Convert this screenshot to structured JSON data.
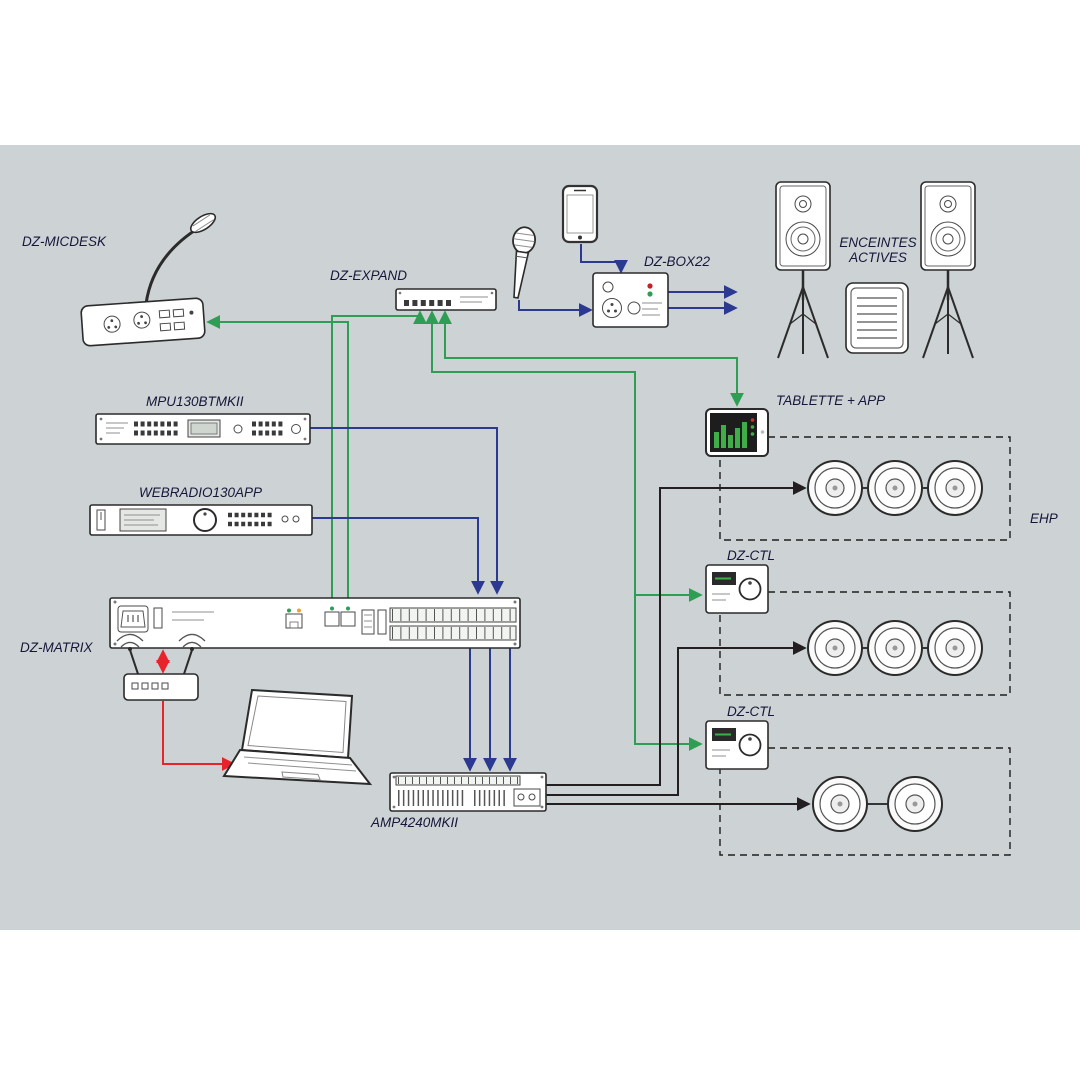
{
  "diagram": {
    "title_hint": "audio-system-wiring-diagram",
    "labels": {
      "micdesk": "DZ-MICDESK",
      "expand": "DZ-EXPAND",
      "box22": "DZ-BOX22",
      "enceintes_1": "ENCEINTES",
      "enceintes_2": "ACTIVES",
      "mpu": "MPU130BTMKII",
      "webradio": "WEBRADIO130APP",
      "tablette": "TABLETTE + APP",
      "matrix": "DZ-MATRIX",
      "ctl_1": "DZ-CTL",
      "ctl_2": "DZ-CTL",
      "amp": "AMP4240MKII",
      "ehp": "EHP"
    },
    "colors": {
      "panel": "#cdd2d4",
      "cable_green": "#2f9e54",
      "cable_blue": "#2b3990",
      "cable_red": "#e8232a",
      "cable_black": "#231f20",
      "device_outline": "#2b2b2b"
    }
  }
}
